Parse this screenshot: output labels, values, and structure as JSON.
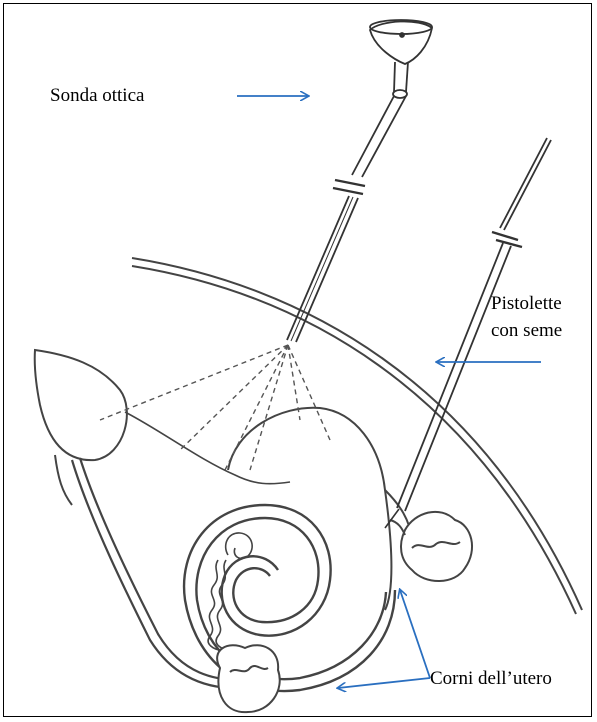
{
  "labels": {
    "probe": "Sonda ottica",
    "gun_line1": "Pistolette",
    "gun_line2": "con seme",
    "horns": "Corni dell’utero"
  },
  "colors": {
    "arrow": "#2a6fc0",
    "line": "#333333"
  }
}
